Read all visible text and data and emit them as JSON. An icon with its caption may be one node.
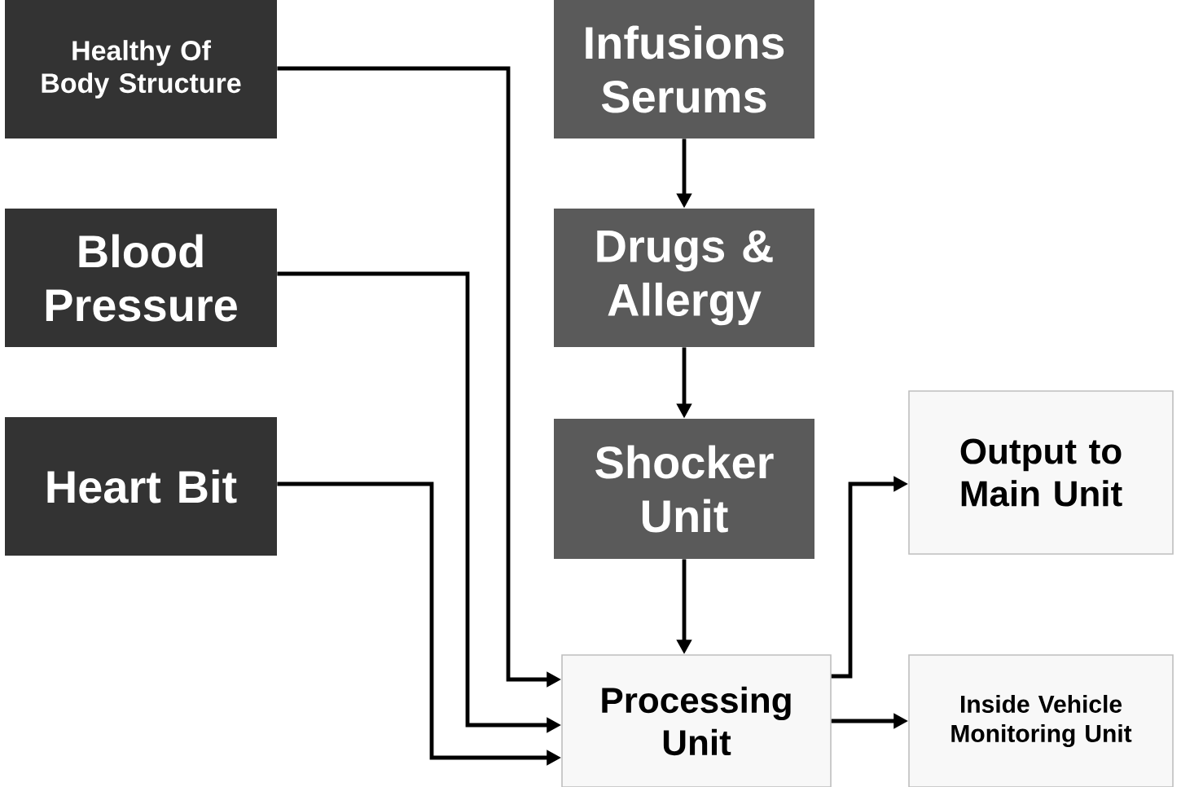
{
  "diagram": {
    "nodes": [
      {
        "text": [
          "Healthy Of Body Structure"
        ]
      },
      {
        "text": [
          "Blood Pressure"
        ]
      },
      {
        "text": [
          "Heart Bit"
        ]
      },
      {
        "text": [
          "Infusions Serums"
        ]
      },
      {
        "text": [
          "Drugs & Allergy"
        ]
      },
      {
        "text": [
          "Shocker Unit"
        ]
      },
      {
        "text": [
          "Output to Main Unit"
        ]
      },
      {
        "text": [
          "Processing Unit"
        ]
      },
      {
        "text": [
          "Inside Vehicle Monitoring Unit"
        ]
      }
    ],
    "edges": [
      {
        "from": 0,
        "to": 7,
        "arrow": "to"
      },
      {
        "from": 1,
        "to": 7,
        "arrow": "to"
      },
      {
        "from": 2,
        "to": 7,
        "arrow": "to"
      },
      {
        "from": 3,
        "to": 4,
        "arrow": "to"
      },
      {
        "from": 4,
        "to": 5,
        "arrow": "to"
      },
      {
        "from": 5,
        "to": 7,
        "arrow": "to"
      },
      {
        "from": 7,
        "to": 6,
        "arrow": "to"
      },
      {
        "from": 7,
        "to": 8,
        "arrow": "to"
      }
    ]
  }
}
